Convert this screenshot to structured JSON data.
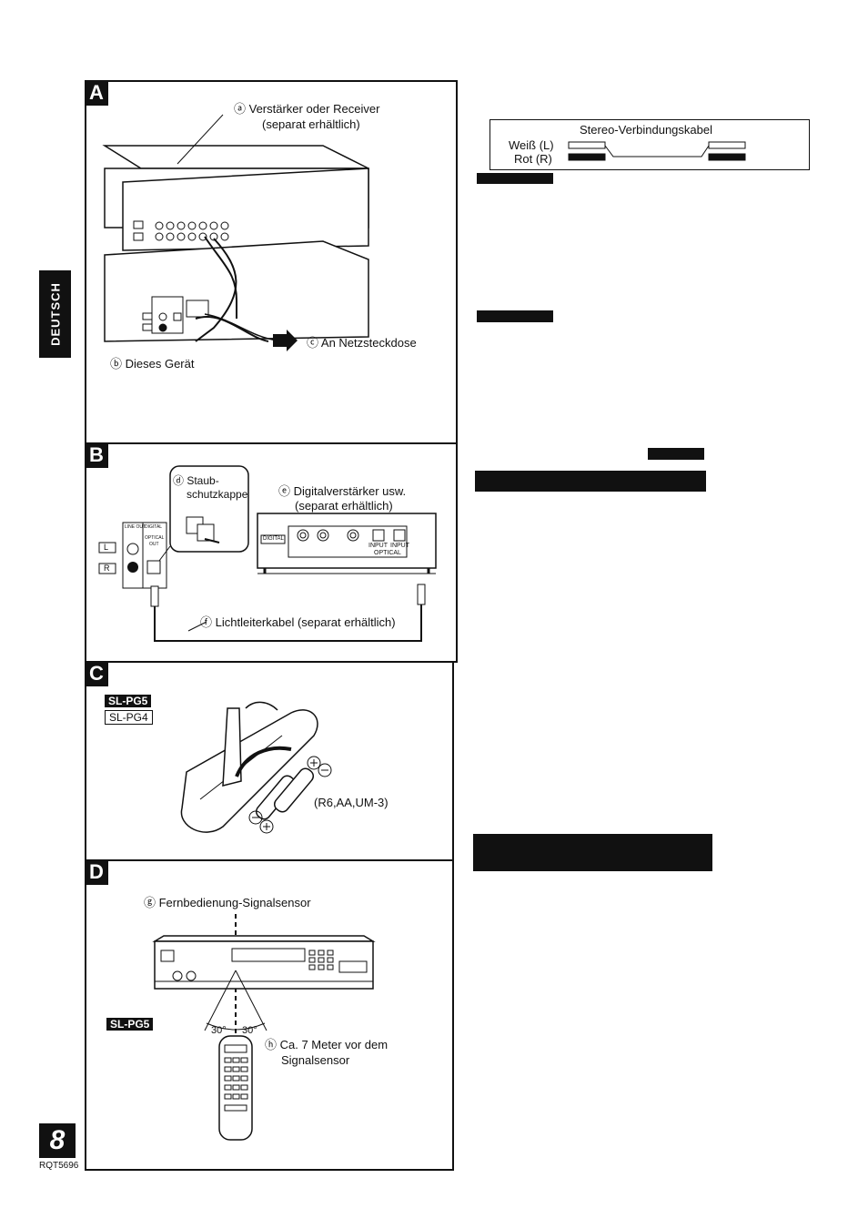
{
  "side_tab": "DEUTSCH",
  "page": {
    "number": "8",
    "code": "RQT5696"
  },
  "panel_a": {
    "letter": "A",
    "amp_label_line1": "ⓐ Verstärker oder Receiver",
    "amp_label_line2": "(separat erhältlich)",
    "outlet_label": "ⓒ An Netzsteckdose",
    "unit_label": "ⓑ Dieses Gerät"
  },
  "cable_box": {
    "title": "Stereo-Verbindungskabel",
    "white": "Weiß (L)",
    "red": "Rot (R)"
  },
  "panel_b": {
    "letter": "B",
    "cap_label_line1": "ⓓ Staub-",
    "cap_label_line2": "schutzkappe",
    "dig_amp_line1": "ⓔ Digitalverstärker usw.",
    "dig_amp_line2": "(separat erhältlich)",
    "fiber_label": "ⓕ Lichtleiterkabel (separat erhältlich)",
    "jack_line_out": "LINE OUT",
    "jack_digital": "DIGITAL",
    "jack_optical": "OPTICAL",
    "jack_out": "OUT",
    "left": "L",
    "right": "R",
    "amp_digital": "DIGITAL",
    "amp_input1": "INPUT",
    "amp_input2": "INPUT",
    "amp_optical": "OPTICAL"
  },
  "panel_c": {
    "letter": "C",
    "model_a": "SL-PG5",
    "model_b": "SL-PG4",
    "battery_label": "(R6,AA,UM-3)"
  },
  "panel_d": {
    "letter": "D",
    "sensor_label": "ⓖ Fernbedienung-Signalsensor",
    "model": "SL-PG5",
    "angle_left": "30°",
    "angle_right": "30°",
    "distance_line1": "ⓗ Ca. 7 Meter vor dem",
    "distance_line2": "Signalsensor"
  }
}
